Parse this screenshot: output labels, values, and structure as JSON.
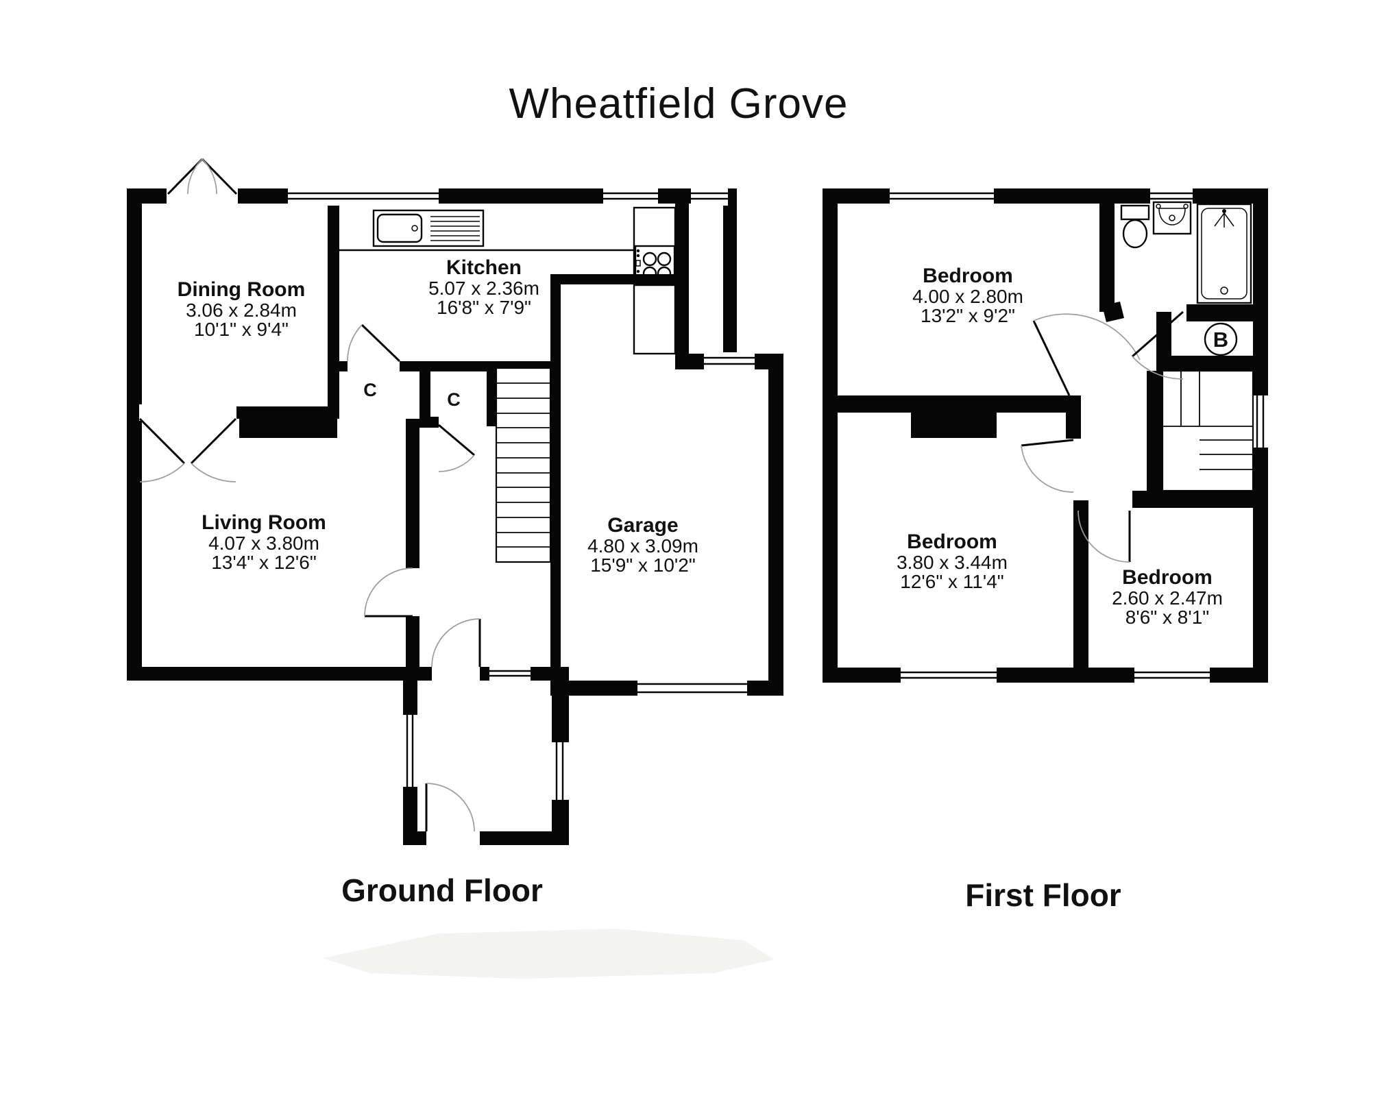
{
  "title": "Wheatfield Grove",
  "palette": {
    "wall_color": "#060606",
    "background": "#ffffff",
    "door_arc_color": "#9c9c9c"
  },
  "floors": {
    "ground": {
      "label": "Ground Floor",
      "rooms": {
        "dining": {
          "name": "Dining Room",
          "metric": "3.06 x 2.84m",
          "imperial": "10'1\" x 9'4\""
        },
        "kitchen": {
          "name": "Kitchen",
          "metric": "5.07 x 2.36m",
          "imperial": "16'8\" x 7'9\""
        },
        "living": {
          "name": "Living Room",
          "metric": "4.07 x 3.80m",
          "imperial": "13'4\" x 12'6\""
        },
        "garage": {
          "name": "Garage",
          "metric": "4.80 x 3.09m",
          "imperial": "15'9\" x 10'2\""
        }
      },
      "closet_label_1": "C",
      "closet_label_2": "C"
    },
    "first": {
      "label": "First Floor",
      "rooms": {
        "bedroom1": {
          "name": "Bedroom",
          "metric": "4.00 x 2.80m",
          "imperial": "13'2\" x 9'2\""
        },
        "bedroom2": {
          "name": "Bedroom",
          "metric": "3.80 x 3.44m",
          "imperial": "12'6\" x 11'4\""
        },
        "bedroom3": {
          "name": "Bedroom",
          "metric": "2.60 x 2.47m",
          "imperial": "8'6\" x 8'1\""
        }
      },
      "boiler_label": "B"
    }
  }
}
